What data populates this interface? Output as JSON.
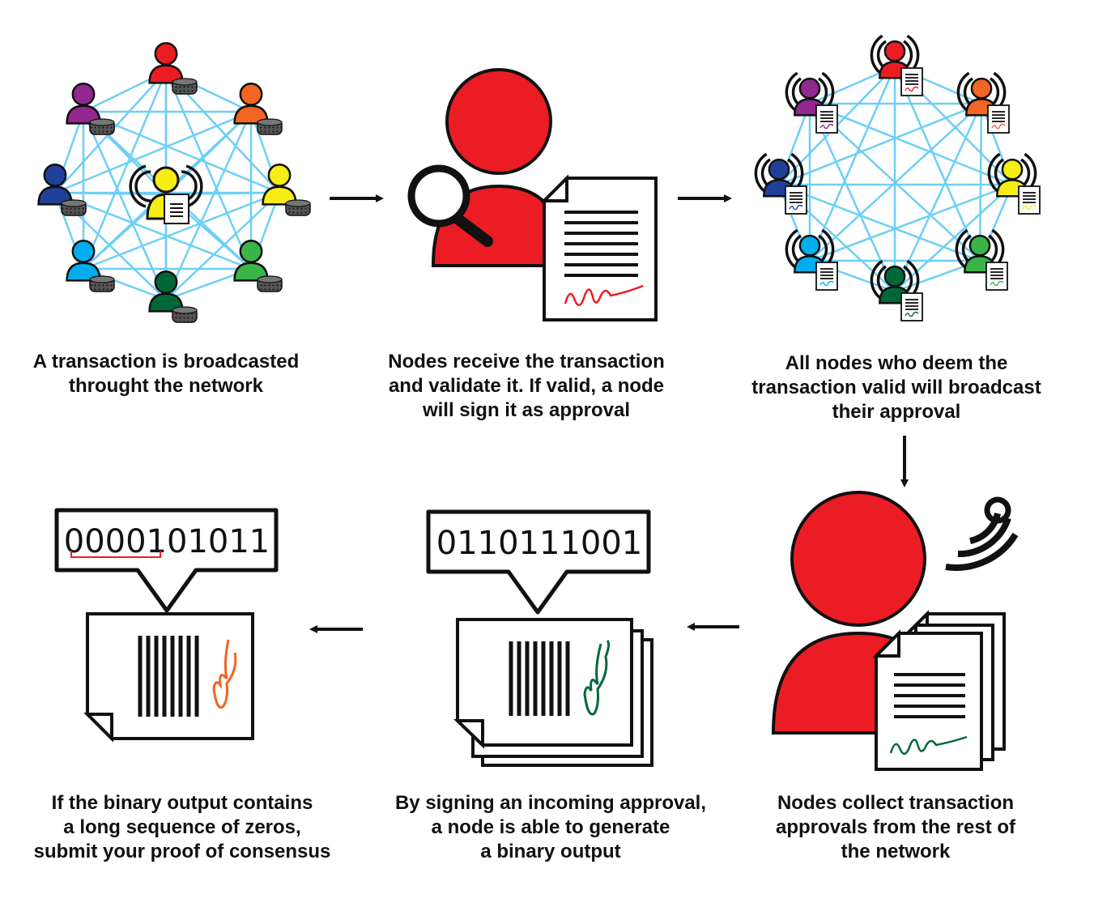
{
  "steps": [
    {
      "lines": [
        "A transaction is broadcasted",
        "throught the network"
      ]
    },
    {
      "lines": [
        "Nodes receive the transaction",
        "and validate it. If valid, a node",
        "will sign it as approval"
      ]
    },
    {
      "lines": [
        "All nodes who deem the",
        "transaction valid will broadcast",
        "their approval"
      ]
    },
    {
      "lines": [
        "Nodes collect transaction",
        "approvals from the rest of",
        "the network"
      ]
    },
    {
      "lines": [
        "By signing an incoming approval,",
        "a node is able to generate",
        "a binary output"
      ]
    },
    {
      "lines": [
        "If the binary output contains",
        "a long sequence of zeros,",
        "submit your proof of consensus"
      ]
    }
  ],
  "binary": {
    "signed_output": "0110111001",
    "proof_output": "0000101011"
  },
  "colors": {
    "red": "#ec1c24",
    "orange": "#f26522",
    "yellow": "#f7ec13",
    "light_green": "#39b54a",
    "dark_green": "#006838",
    "sky_blue": "#00aeef",
    "navy": "#21409a",
    "purple": "#92278f",
    "network_line": "#6dcff6",
    "black": "#111111"
  },
  "icons": [
    "person-icon",
    "server-icon",
    "document-icon",
    "signature-icon",
    "magnifier-icon",
    "broadcast-icon",
    "arrow-icon",
    "barcode-icon"
  ]
}
